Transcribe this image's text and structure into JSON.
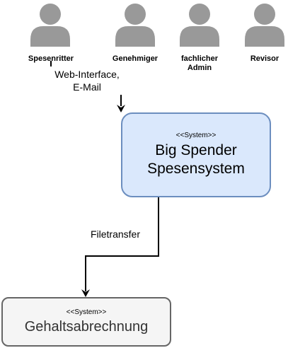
{
  "actors": [
    {
      "id": "spesenritter",
      "label": "Spesenritter"
    },
    {
      "id": "genehmiger",
      "label": "Genehmiger"
    },
    {
      "id": "fachlicher-admin",
      "label": "fachlicher Admin"
    },
    {
      "id": "revisor",
      "label": "Revisor"
    }
  ],
  "systems": {
    "main": {
      "stereotype": "<<System>>",
      "name_line1": "Big Spender",
      "name_line2": "Spesensystem",
      "fill": "#dae8fc",
      "stroke": "#6c8ebf"
    },
    "payroll": {
      "stereotype": "<<System>>",
      "name": "Gehaltsabrechnung",
      "fill": "#f5f5f5",
      "stroke": "#666666"
    }
  },
  "edges": {
    "users_to_system": {
      "label_line1": "Web-Interface,",
      "label_line2": "E-Mail"
    },
    "system_to_payroll": {
      "label": "Filetransfer"
    }
  }
}
